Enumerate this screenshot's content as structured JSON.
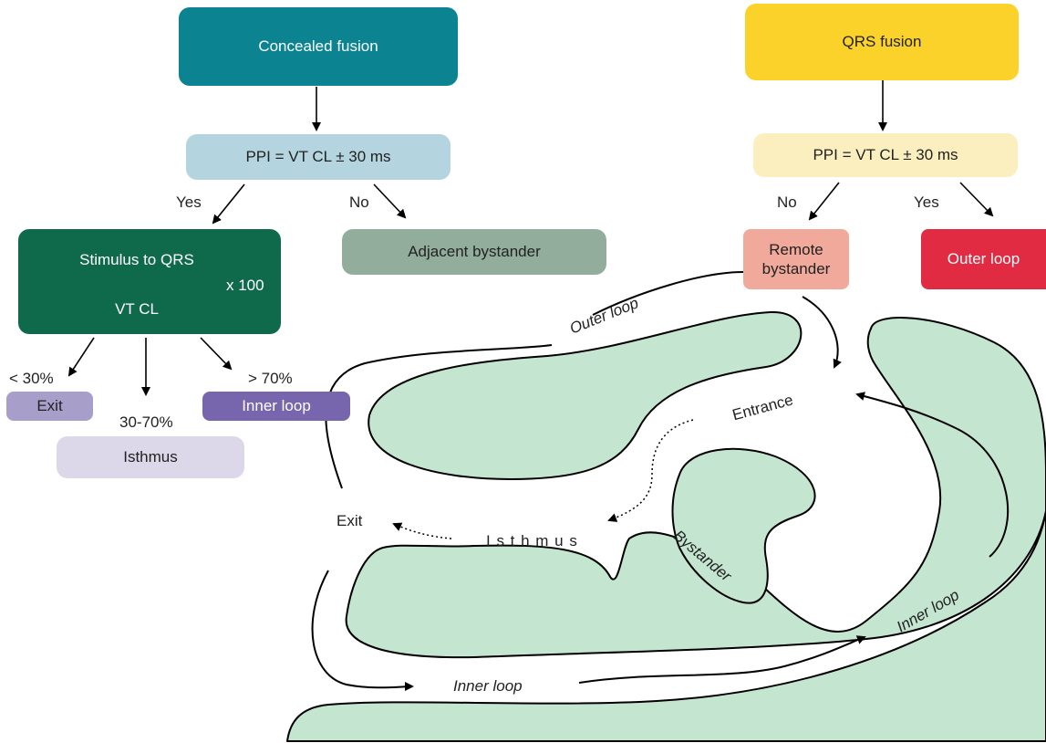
{
  "left_tree": {
    "concealed_fusion": "Concealed fusion",
    "ppi_criterion": "PPI = VT CL ± 30 ms",
    "yes": "Yes",
    "no": "No",
    "adjacent_bystander": "Adjacent bystander",
    "stimulus_numerator": "Stimulus to QRS",
    "stimulus_denominator": "VT CL",
    "multiplier": "x 100",
    "lt30": "< 30%",
    "mid": "30-70%",
    "gt70": "> 70%",
    "exit": "Exit",
    "isthmus": "Isthmus",
    "inner_loop": "Inner loop"
  },
  "right_tree": {
    "qrs_fusion": "QRS fusion",
    "ppi_criterion": "PPI = VT CL ± 30 ms",
    "no": "No",
    "yes": "Yes",
    "remote_bystander_line1": "Remote",
    "remote_bystander_line2": "bystander",
    "outer_loop": "Outer loop"
  },
  "circuit": {
    "outer_loop": "Outer loop",
    "entrance": "Entrance",
    "exit": "Exit",
    "isthmus": "I s t h m u s",
    "bystander": "Bystander",
    "inner_loop_bottom": "Inner loop",
    "inner_loop_right": "Inner loop"
  },
  "colors": {
    "concealed_fusion": "#0b8390",
    "ppi_left": "#b4d4df",
    "stimulus_box": "#0f6a4c",
    "adjacent_bystander": "#93ad9c",
    "exit_box": "#a79ec9",
    "inner_loop_box": "#7766ad",
    "isthmus_box": "#dcd8ea",
    "qrs_fusion": "#fbd229",
    "ppi_right": "#fcefbf",
    "remote_bystander": "#f0a99a",
    "outer_loop_box": "#e02b42",
    "scar": "#c4e5d0"
  }
}
